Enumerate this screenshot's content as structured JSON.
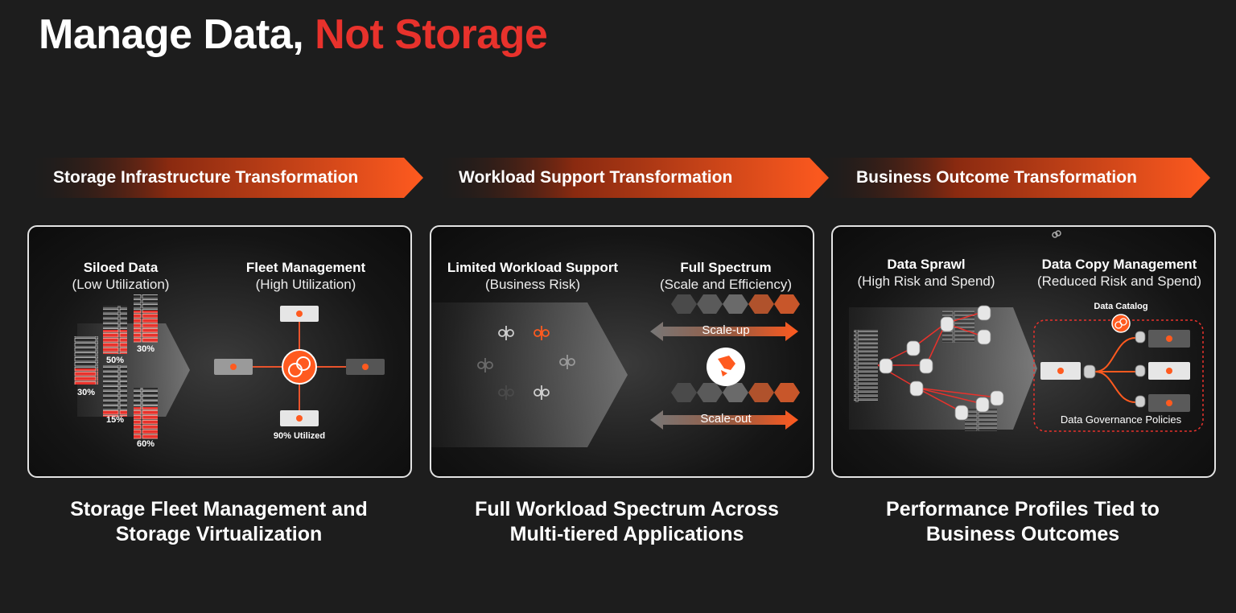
{
  "title": {
    "prefix": "Manage Data, ",
    "accent": "Not Storage"
  },
  "colors": {
    "accent": "#e8322c",
    "orange": "#ff5a1f",
    "background": "#1d1d1d",
    "panel_border": "#e3e3e3"
  },
  "banners": [
    "Storage Infrastructure Transformation",
    "Workload Support Transformation",
    "Business Outcome Transformation"
  ],
  "panels": [
    {
      "left_title": "Siloed Data",
      "left_sub": "(Low Utilization)",
      "right_title": "Fleet Management",
      "right_sub": "(High Utilization)",
      "silo_percents": [
        "50%",
        "30%",
        "30%",
        "15%",
        "60%"
      ],
      "fleet_util": "90% Utilized",
      "icons": [
        "server-rack-icon",
        "storage-array-icon",
        "fleet-hub-icon"
      ]
    },
    {
      "left_title": "Limited Workload Support",
      "left_sub": "(Business Risk)",
      "right_title": "Full Spectrum",
      "right_sub": "(Scale and Efficiency)",
      "scale_up": "Scale-up",
      "scale_out": "Scale-out",
      "icons": [
        "workload-icon",
        "hexagon-icon",
        "pure-logo-icon",
        "double-arrow-icon"
      ]
    },
    {
      "left_title": "Data Sprawl",
      "left_sub": "(High Risk and Spend)",
      "right_title": "Data Copy Management",
      "right_sub": "(Reduced Risk and Spend)",
      "catalog": "Data Catalog",
      "governance": "Data Governance Policies",
      "icons": [
        "database-icon",
        "server-rack-icon",
        "catalog-icon",
        "link-icon"
      ]
    }
  ],
  "captions": [
    {
      "line1": "Storage Fleet Management and",
      "line2": "Storage Virtualization"
    },
    {
      "line1": "Full Workload Spectrum Across",
      "line2": "Multi-tiered Applications"
    },
    {
      "line1": "Performance Profiles Tied to",
      "line2": "Business Outcomes"
    }
  ]
}
